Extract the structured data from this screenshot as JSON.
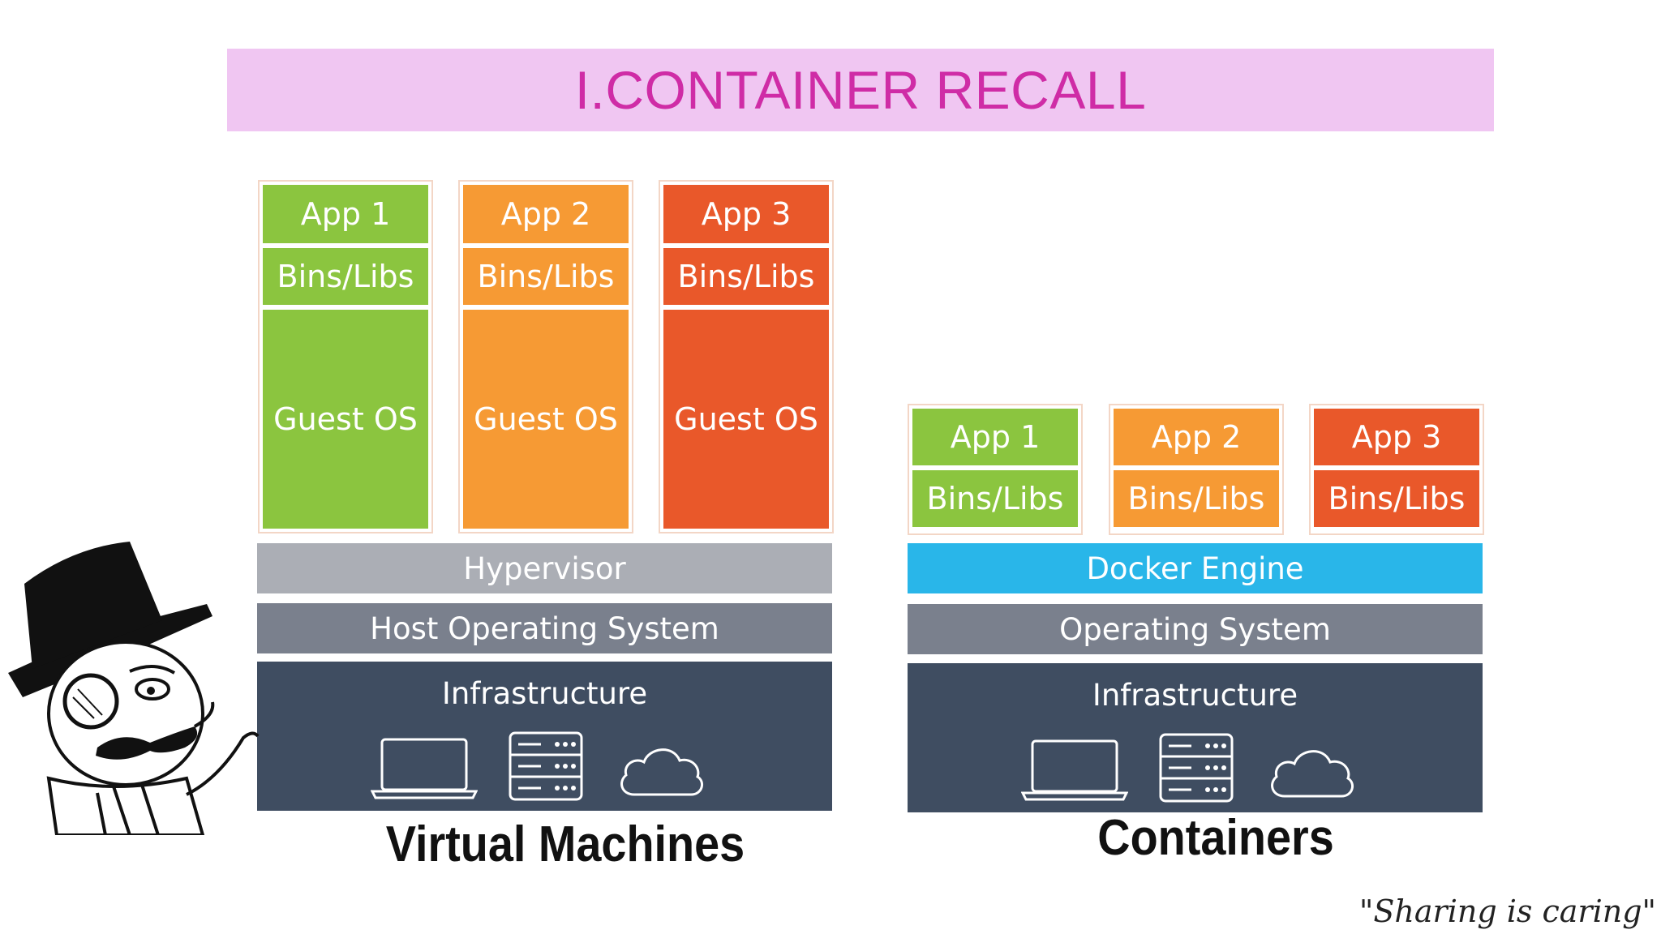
{
  "title": "I.CONTAINER RECALL",
  "vm": {
    "columns": [
      {
        "app": "App 1",
        "bins": "Bins/Libs",
        "guest": "Guest OS",
        "color": "#8bc53f"
      },
      {
        "app": "App 2",
        "bins": "Bins/Libs",
        "guest": "Guest OS",
        "color": "#f69a34"
      },
      {
        "app": "App 3",
        "bins": "Bins/Libs",
        "guest": "Guest OS",
        "color": "#e9582a"
      }
    ],
    "hypervisor": "Hypervisor",
    "host_os": "Host Operating System",
    "infrastructure": "Infrastructure",
    "caption": "Virtual Machines"
  },
  "containers": {
    "columns": [
      {
        "app": "App 1",
        "bins": "Bins/Libs",
        "color": "#8bc53f"
      },
      {
        "app": "App 2",
        "bins": "Bins/Libs",
        "color": "#f69a34"
      },
      {
        "app": "App 3",
        "bins": "Bins/Libs",
        "color": "#e9582a"
      }
    ],
    "engine": "Docker Engine",
    "os": "Operating System",
    "infrastructure": "Infrastructure",
    "caption": "Containers"
  },
  "infra_icons": [
    "laptop-icon",
    "server-icon",
    "cloud-icon"
  ],
  "signature": "\"Sharing is caring\"",
  "colors": {
    "title_bg": "#f0c6f2",
    "title_text": "#cf2ca6",
    "hypervisor": "#abaeb5",
    "os": "#7a808d",
    "docker": "#29b6e9",
    "infrastructure": "#3f4d61"
  }
}
